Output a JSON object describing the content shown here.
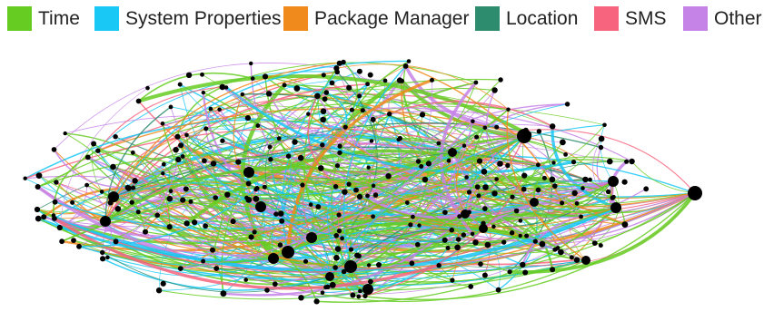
{
  "legend": {
    "items": [
      {
        "label": "Time",
        "color": "#66cc22"
      },
      {
        "label": "System Properties",
        "color": "#19c8f5"
      },
      {
        "label": "Package Manager",
        "color": "#f08a1c"
      },
      {
        "label": "Location",
        "color": "#2e8c6e"
      },
      {
        "label": "SMS",
        "color": "#f7647e"
      },
      {
        "label": "Other",
        "color": "#c583e8"
      }
    ]
  },
  "graph": {
    "node_color": "#000000",
    "layout_seed": 7
  }
}
